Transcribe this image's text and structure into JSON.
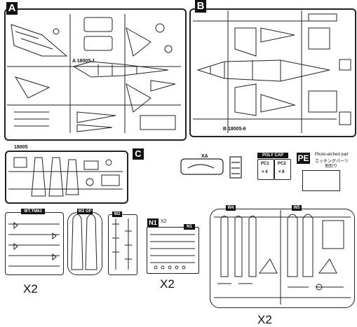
{
  "sprues": {
    "a": {
      "letter": "A",
      "part_no": "A 18005-1"
    },
    "b": {
      "letter": "B",
      "part_no": "B 18005-6"
    },
    "c": {
      "letter": "C",
      "part_no": "18005"
    }
  },
  "small_parts": {
    "xa_tag": "XA",
    "poly_cap": {
      "title": "POLY CAP",
      "pc1": "PC1",
      "pc1_qty": "× 4",
      "pc2": "PC2",
      "pc2_qty": "× 8"
    },
    "pe": {
      "letter": "PE",
      "line1": "Photo-etched part",
      "line2": "エッチングパーツ",
      "line3": "他別り"
    }
  },
  "weapon_sprues": {
    "wt_tag": "WT.TM63",
    "w1_tag": "W2 GP",
    "w2_tag": "W2",
    "n1": {
      "letter": "N1",
      "qty": "X2",
      "tag": "N1"
    },
    "w4_tag": "W4",
    "w5_tag": "W5"
  },
  "multipliers": {
    "left": "X2",
    "middle": "X2",
    "right": "X2"
  }
}
